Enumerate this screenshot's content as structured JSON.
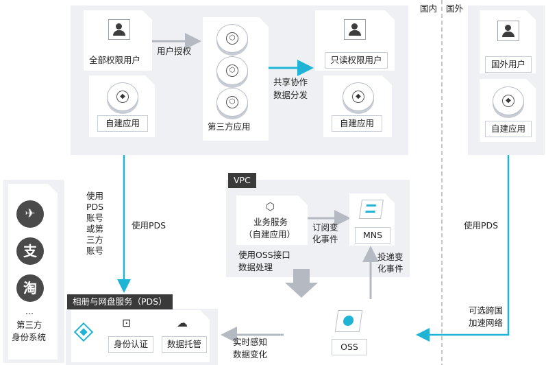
{
  "divider": {
    "left_label": "国内",
    "right_label": "国外"
  },
  "top_panel": {
    "full_user": "全部权限用户",
    "user_auth": "用户授权",
    "self_app_1": "自建应用",
    "third_party_app": "第三方应用",
    "share_line1": "共享协作",
    "share_line2": "数据分发",
    "readonly_user": "只读权限用户",
    "self_app_2": "自建应用"
  },
  "overseas_panel": {
    "user": "国外用户",
    "self_app": "自建应用"
  },
  "left_column": {
    "use_pds_accounts": [
      "使用",
      "PDS",
      "账号",
      "或第",
      "三方",
      "账号"
    ],
    "use_pds": "使用PDS"
  },
  "identity_systems": {
    "ellipsis": "...",
    "line1": "第三方",
    "line2": "身份系统",
    "badge_alipay": "支",
    "badge_taobao": "淘"
  },
  "vpc": {
    "tag": "VPC",
    "biz_line1": "业务服务",
    "biz_line2": "（自建应用）",
    "subscribe_line1": "订阅变",
    "subscribe_line2": "化事件",
    "mns": "MNS",
    "oss_api_line1": "使用OSS接口",
    "oss_api_line2": "数据处理",
    "deliver_line1": "投递变",
    "deliver_line2": "化事件"
  },
  "pds": {
    "tag": "相册与网盘服务（PDS）",
    "auth": "身份认证",
    "hosting": "数据托管",
    "realtime_line1": "实时感知",
    "realtime_line2": "数据变化"
  },
  "oss": {
    "label": "OSS"
  },
  "right_column": {
    "use_pds": "使用PDS",
    "accel_line1": "可选跨国",
    "accel_line2": "加速网络"
  },
  "colors": {
    "accent": "#1fb3d6",
    "gray_arrow": "#b5b9c1",
    "panel": "#eef0f4"
  }
}
